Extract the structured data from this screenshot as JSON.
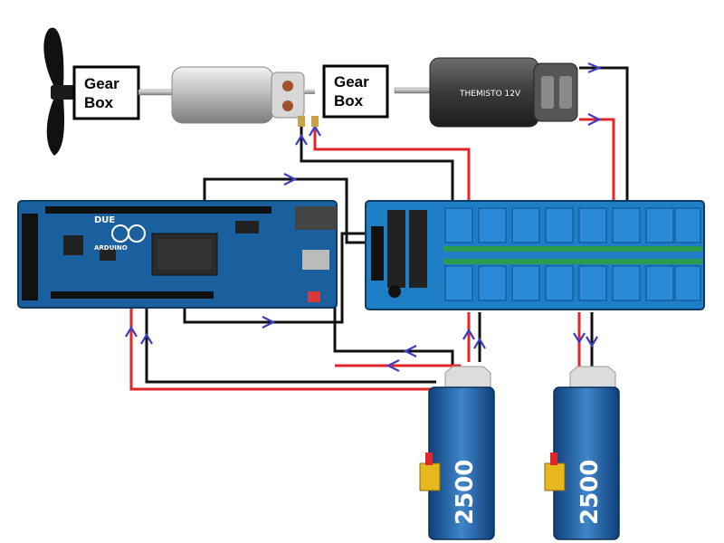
{
  "gearboxes": [
    {
      "line1": "Gear",
      "line2": "Box"
    },
    {
      "line1": "Gear",
      "line2": "Box"
    }
  ],
  "motor": {
    "label": "THEMISTO 12V"
  },
  "arduino": {
    "logo": "ARDUINO",
    "model": "DUE"
  },
  "batteries": [
    {
      "capacity": "2500"
    },
    {
      "capacity": "2500"
    }
  ],
  "colors": {
    "wire_red": "#e0262b",
    "wire_black": "#111111",
    "arrow": "#3d3dc4",
    "board_blue": "#1a5f9e",
    "relay_blue": "#1f7fc6",
    "battery_blue": "#2f6fb0"
  }
}
